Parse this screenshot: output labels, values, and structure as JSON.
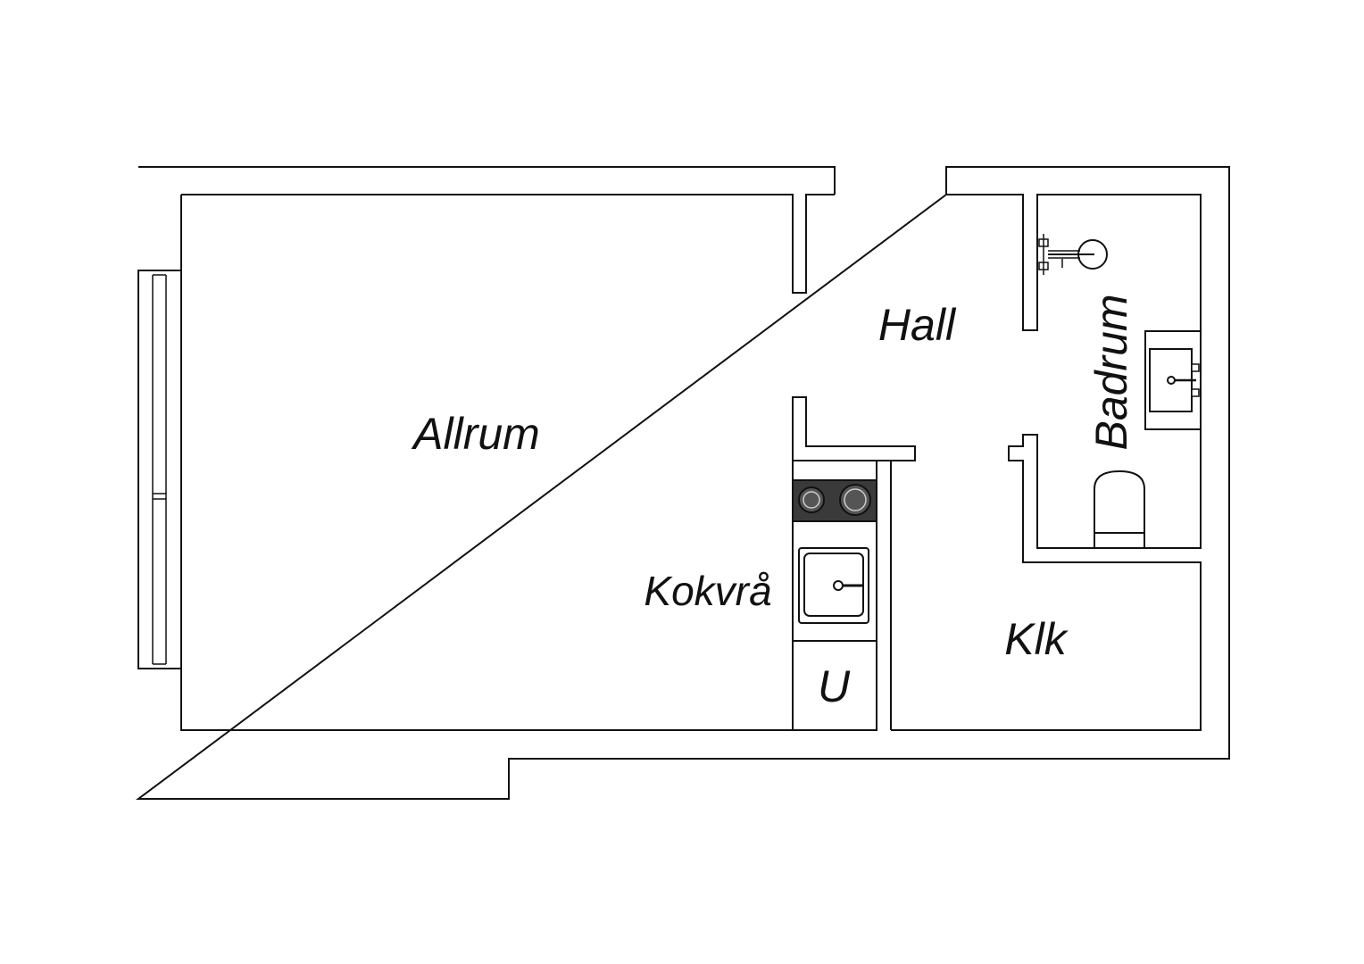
{
  "floorplan": {
    "rooms": {
      "allrum": "Allrum",
      "hall": "Hall",
      "badrum": "Badrum",
      "kokvra": "Kokvrå",
      "klk": "Klk",
      "u": "U"
    },
    "colors": {
      "line": "#111111",
      "background": "#ffffff",
      "stove": "#3a3a3a"
    }
  }
}
